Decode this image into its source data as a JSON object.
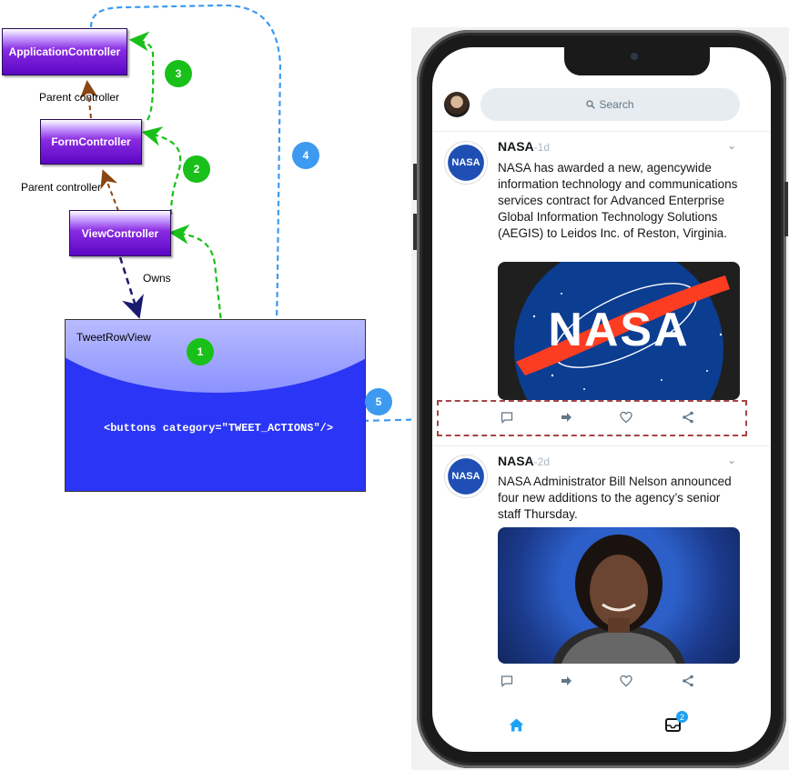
{
  "controllers": {
    "application": "ApplicationController",
    "form": "FormController",
    "view": "ViewController"
  },
  "labels": {
    "parent_controller_1": "Parent controller",
    "parent_controller_2": "Parent controller",
    "owns": "Owns"
  },
  "tweet_row_view": {
    "title": "TweetRowView",
    "code": "<buttons category=\"TWEET_ACTIONS\"/>"
  },
  "badges": [
    "1",
    "2",
    "3",
    "4",
    "5"
  ],
  "colors": {
    "green_arrow": "#19c019",
    "blue_arrow": "#3d9af0",
    "brown_arrow": "#8b4513",
    "navy_arrow": "#1a1a6e",
    "highlight_box": "#a84444",
    "controller_purple": "#5b07c4"
  },
  "phone": {
    "search_placeholder": "Search",
    "tweets": [
      {
        "name": "NASA",
        "time": "-1d",
        "text": "NASA has awarded a new, agencywide information technology and communications services contract for Advanced Enterprise Global Information Technology Solutions (AEGIS) to Leidos Inc. of Reston, Virginia.",
        "image_text": "NASA",
        "avatar_text": "NASA"
      },
      {
        "name": "NASA",
        "time": "-2d",
        "text": "NASA Administrator Bill Nelson announced four new additions to the agency’s senior staff Thursday.",
        "avatar_text": "NASA"
      }
    ],
    "action_icons": [
      "reply-icon",
      "retweet-icon",
      "like-icon",
      "share-icon"
    ],
    "tabbar": {
      "home_icon": "home-icon",
      "inbox_icon": "inbox-icon",
      "notification_count": "2"
    }
  }
}
